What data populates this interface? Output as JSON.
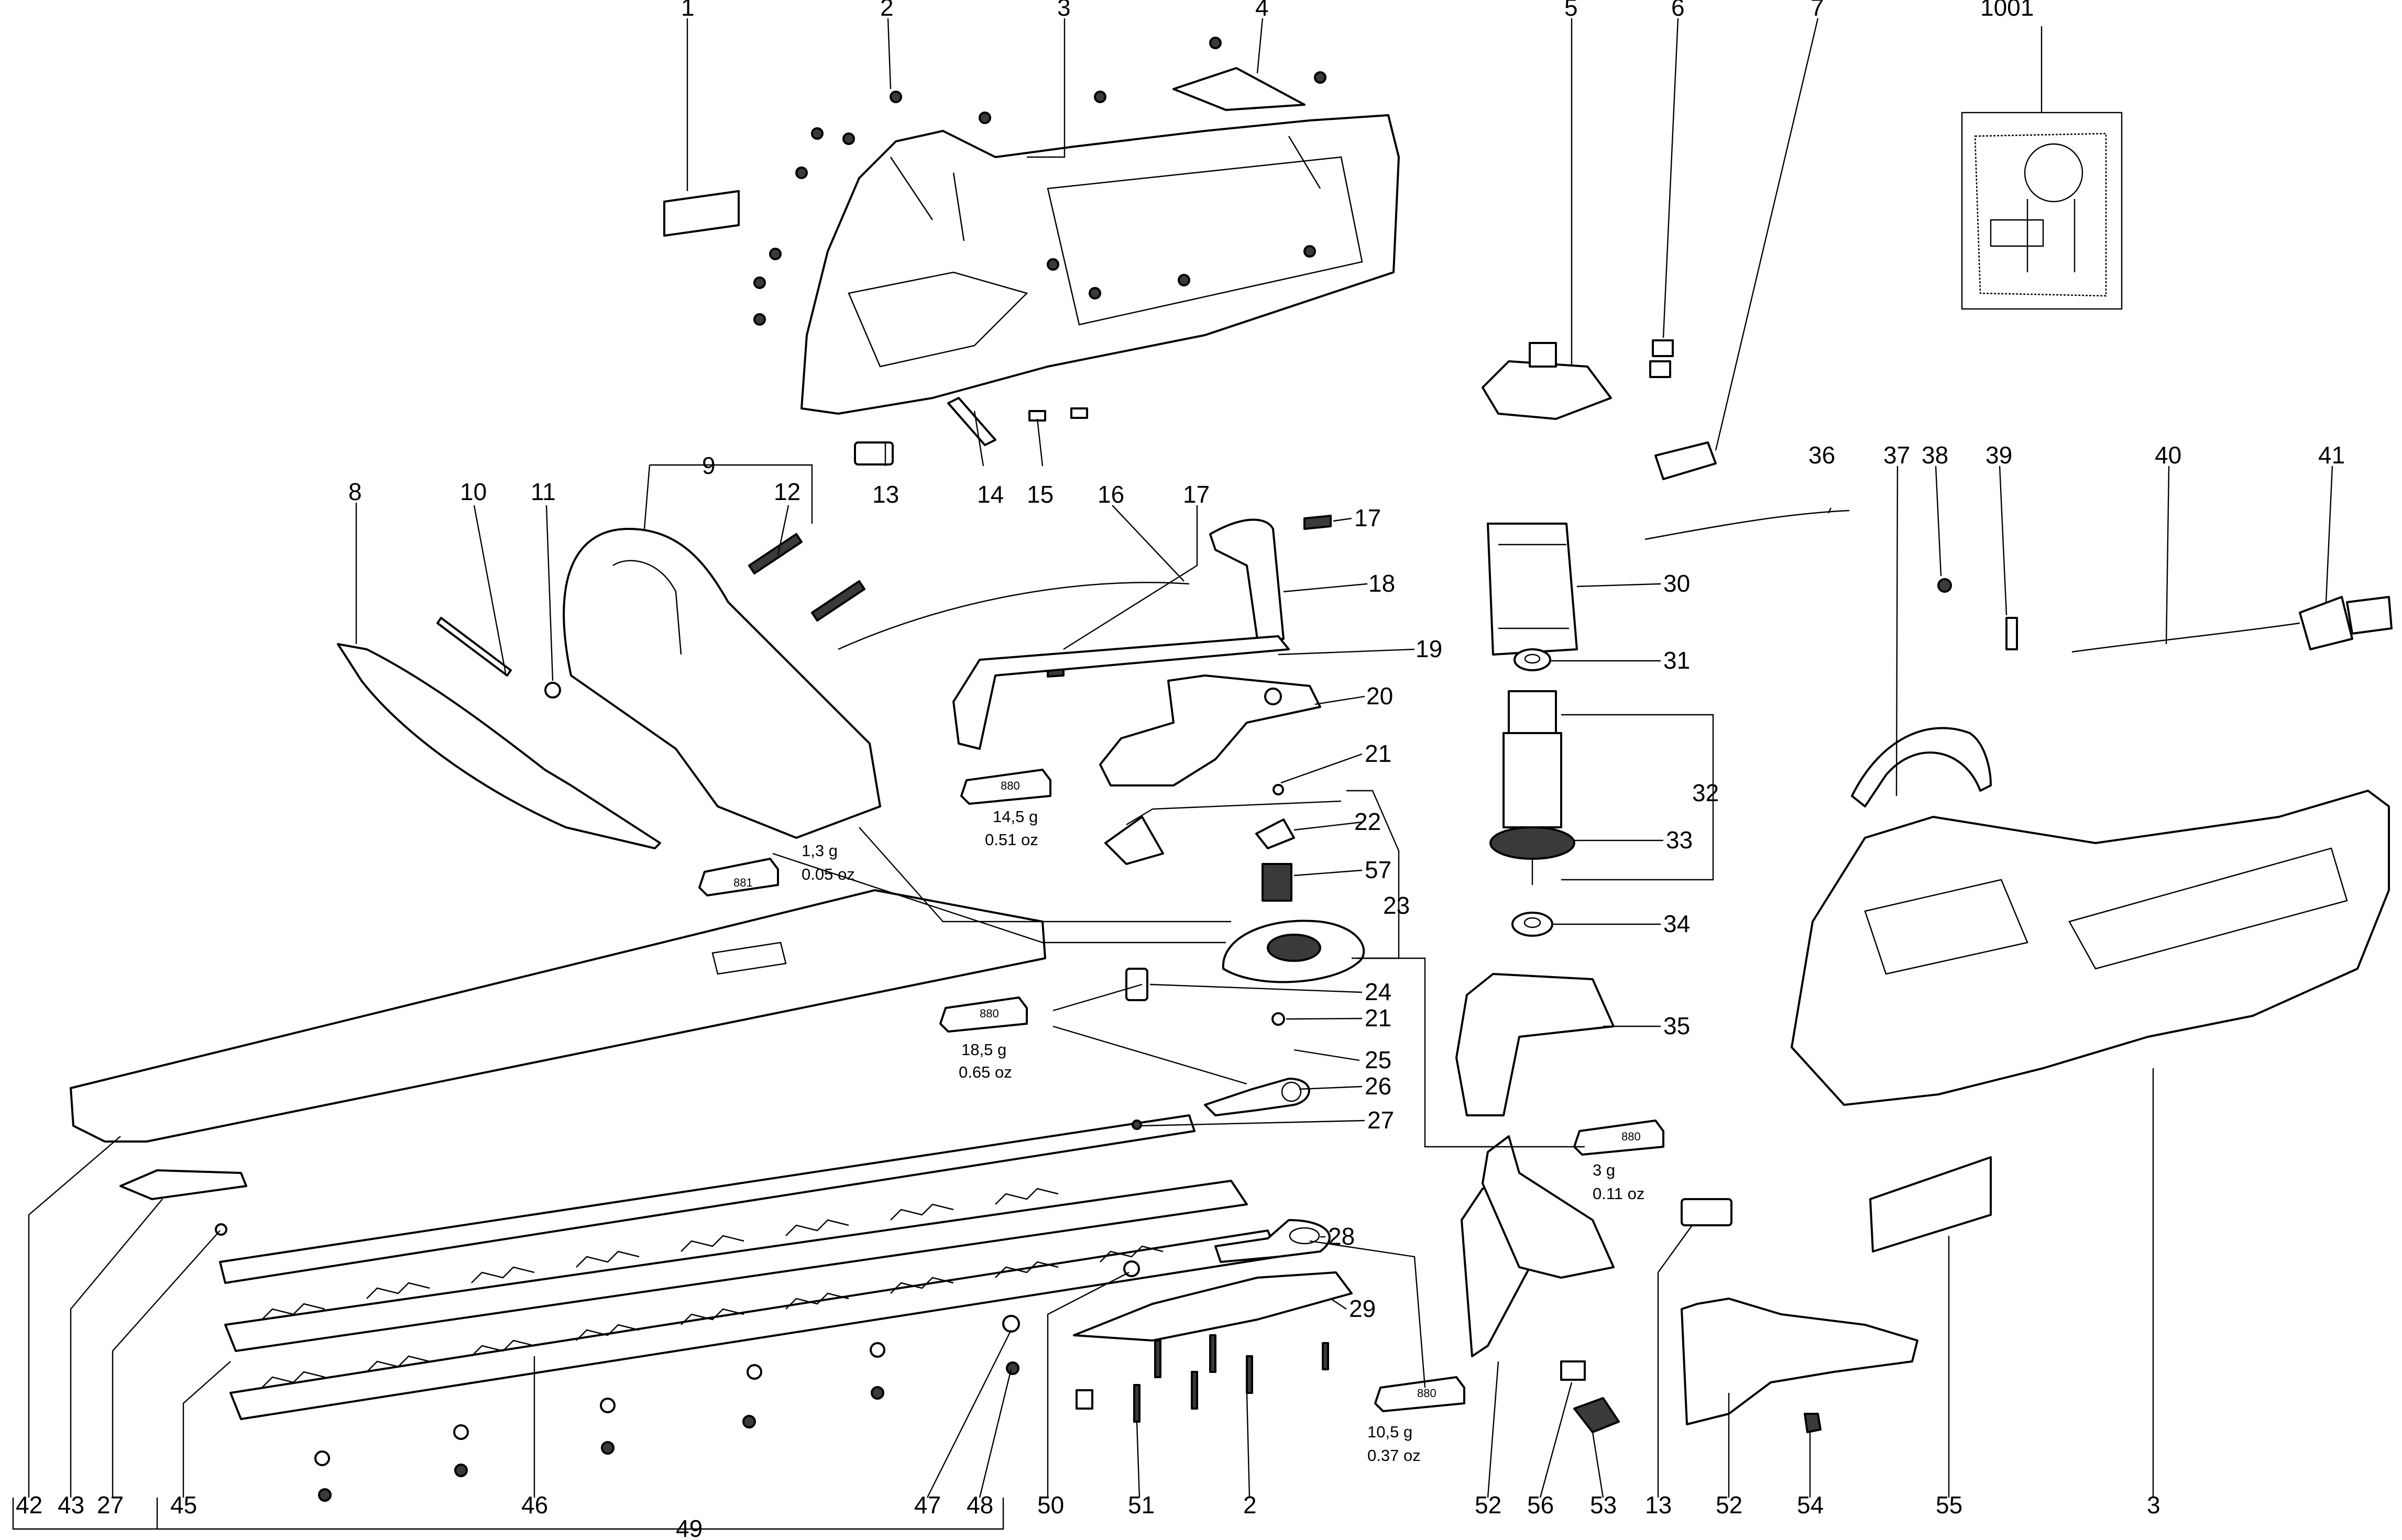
{
  "callouts": [
    {
      "id": "c1",
      "text": "1"
    },
    {
      "id": "c2",
      "text": "2"
    },
    {
      "id": "c3",
      "text": "3"
    },
    {
      "id": "c4",
      "text": "4"
    },
    {
      "id": "c5",
      "text": "5"
    },
    {
      "id": "c6",
      "text": "6"
    },
    {
      "id": "c7",
      "text": "7"
    },
    {
      "id": "c1001",
      "text": "1001"
    },
    {
      "id": "c8",
      "text": "8"
    },
    {
      "id": "c9",
      "text": "9"
    },
    {
      "id": "c10",
      "text": "10"
    },
    {
      "id": "c11",
      "text": "11"
    },
    {
      "id": "c12",
      "text": "12"
    },
    {
      "id": "c13a",
      "text": "13"
    },
    {
      "id": "c14",
      "text": "14"
    },
    {
      "id": "c15",
      "text": "15"
    },
    {
      "id": "c16",
      "text": "16"
    },
    {
      "id": "c17a",
      "text": "17"
    },
    {
      "id": "c17b",
      "text": "17"
    },
    {
      "id": "c18",
      "text": "18"
    },
    {
      "id": "c19",
      "text": "19"
    },
    {
      "id": "c20",
      "text": "20"
    },
    {
      "id": "c21a",
      "text": "21"
    },
    {
      "id": "c22",
      "text": "22"
    },
    {
      "id": "c57",
      "text": "57"
    },
    {
      "id": "c23",
      "text": "23"
    },
    {
      "id": "c24",
      "text": "24"
    },
    {
      "id": "c21b",
      "text": "21"
    },
    {
      "id": "c25",
      "text": "25"
    },
    {
      "id": "c26",
      "text": "26"
    },
    {
      "id": "c27a",
      "text": "27"
    },
    {
      "id": "c28",
      "text": "28"
    },
    {
      "id": "c29",
      "text": "29"
    },
    {
      "id": "c30",
      "text": "30"
    },
    {
      "id": "c31",
      "text": "31"
    },
    {
      "id": "c32",
      "text": "32"
    },
    {
      "id": "c33",
      "text": "33"
    },
    {
      "id": "c34",
      "text": "34"
    },
    {
      "id": "c35",
      "text": "35"
    },
    {
      "id": "c36",
      "text": "36"
    },
    {
      "id": "c37",
      "text": "37"
    },
    {
      "id": "c38",
      "text": "38"
    },
    {
      "id": "c39",
      "text": "39"
    },
    {
      "id": "c40",
      "text": "40"
    },
    {
      "id": "c41",
      "text": "41"
    },
    {
      "id": "b42",
      "text": "42"
    },
    {
      "id": "b43",
      "text": "43"
    },
    {
      "id": "b27",
      "text": "27"
    },
    {
      "id": "b45",
      "text": "45"
    },
    {
      "id": "b46",
      "text": "46"
    },
    {
      "id": "b47",
      "text": "47"
    },
    {
      "id": "b48",
      "text": "48"
    },
    {
      "id": "b50",
      "text": "50"
    },
    {
      "id": "b51",
      "text": "51"
    },
    {
      "id": "b2",
      "text": "2"
    },
    {
      "id": "b52a",
      "text": "52"
    },
    {
      "id": "b56",
      "text": "56"
    },
    {
      "id": "b53",
      "text": "53"
    },
    {
      "id": "b13",
      "text": "13"
    },
    {
      "id": "b52b",
      "text": "52"
    },
    {
      "id": "b54",
      "text": "54"
    },
    {
      "id": "b55",
      "text": "55"
    },
    {
      "id": "b3",
      "text": "3"
    },
    {
      "id": "b49",
      "text": "49"
    }
  ],
  "grease": [
    {
      "id": "g1",
      "tube": "881",
      "weight": "1,3 g",
      "ounces": "0.05 oz"
    },
    {
      "id": "g2",
      "tube": "880",
      "weight": "14,5 g",
      "ounces": "0.51 oz"
    },
    {
      "id": "g3",
      "tube": "880",
      "weight": "18,5 g",
      "ounces": "0.65 oz"
    },
    {
      "id": "g4",
      "tube": "880",
      "weight": "3 g",
      "ounces": "0.11 oz"
    },
    {
      "id": "g5",
      "tube": "880",
      "weight": "10,5 g",
      "ounces": "0.37 oz"
    }
  ]
}
